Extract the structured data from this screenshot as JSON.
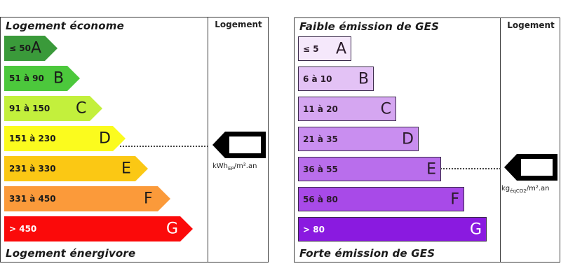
{
  "energy": {
    "title_top": "Logement économe",
    "title_bottom": "Logement énergivore",
    "column_header": "Logement",
    "unit_main": "kWh",
    "unit_sub": "EP",
    "unit_rest": "/m².an",
    "indicated_class": "D",
    "classes": [
      {
        "letter": "A",
        "range": "≤ 50",
        "color": "#3a9a3a"
      },
      {
        "letter": "B",
        "range": "51 à 90",
        "color": "#4cc83c"
      },
      {
        "letter": "C",
        "range": "91 à 150",
        "color": "#c3f03c"
      },
      {
        "letter": "D",
        "range": "151 à 230",
        "color": "#fbfb1e"
      },
      {
        "letter": "E",
        "range": "231 à 330",
        "color": "#fbc814"
      },
      {
        "letter": "F",
        "range": "331 à 450",
        "color": "#fb9a3a"
      },
      {
        "letter": "G",
        "range": "> 450",
        "color": "#fb0a0a"
      }
    ]
  },
  "ges": {
    "title_top": "Faible émission de GES",
    "title_bottom": "Forte émission de GES",
    "column_header": "Logement",
    "unit_main": "kg",
    "unit_sub": "éqCO2",
    "unit_rest": "/m².an",
    "indicated_class": "E",
    "classes": [
      {
        "letter": "A",
        "range": "≤ 5",
        "color": "#f5e8fb"
      },
      {
        "letter": "B",
        "range": "6 à 10",
        "color": "#e3c2f5"
      },
      {
        "letter": "C",
        "range": "11 à 20",
        "color": "#d5a6f1"
      },
      {
        "letter": "D",
        "range": "21 à 35",
        "color": "#c98ef0"
      },
      {
        "letter": "E",
        "range": "36 à 55",
        "color": "#b96eec"
      },
      {
        "letter": "F",
        "range": "56 à 80",
        "color": "#a84ae8"
      },
      {
        "letter": "G",
        "range": "> 80",
        "color": "#8a1ae0"
      }
    ]
  }
}
